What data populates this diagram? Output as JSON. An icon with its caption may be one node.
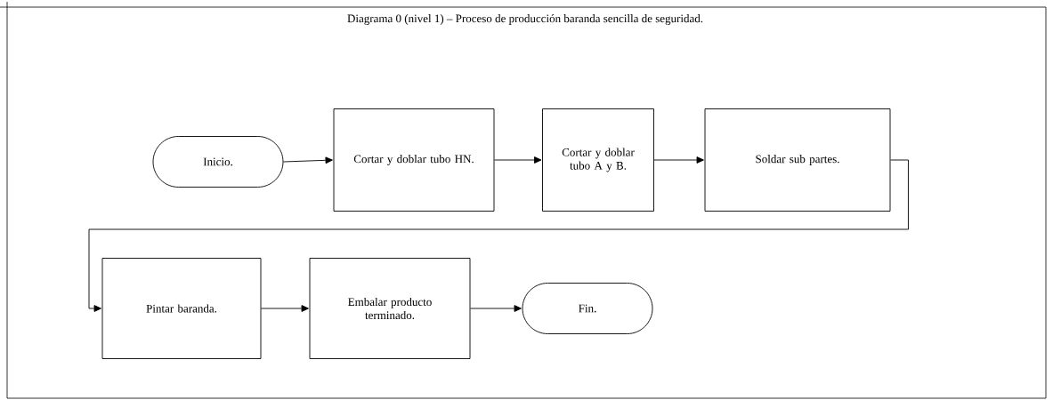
{
  "diagram": {
    "title": "Diagrama 0 (nivel 1) – Proceso de producción baranda sencilla de seguridad.",
    "nodes": [
      {
        "text": [
          "Inicio."
        ]
      },
      {
        "text": [
          "Cortar y doblar tubo HN."
        ]
      },
      {
        "text": [
          "Cortar y doblar tubo A y B."
        ]
      },
      {
        "text": [
          "Soldar sub partes."
        ]
      },
      {
        "text": [
          "Pintar baranda."
        ]
      },
      {
        "text": [
          "Embalar producto terminado."
        ]
      },
      {
        "text": [
          "Fin."
        ]
      }
    ],
    "edges": [
      {
        "from": 0,
        "to": 1,
        "arrow": "to"
      },
      {
        "from": 1,
        "to": 2,
        "arrow": "to"
      },
      {
        "from": 2,
        "to": 3,
        "arrow": "to"
      },
      {
        "from": 3,
        "to": 4,
        "arrow": "to"
      },
      {
        "from": 4,
        "to": 5,
        "arrow": "to"
      },
      {
        "from": 5,
        "to": 6,
        "arrow": "to"
      }
    ]
  }
}
